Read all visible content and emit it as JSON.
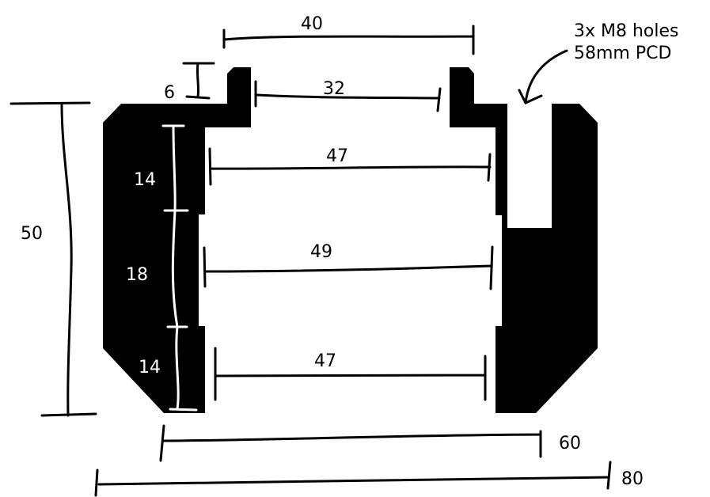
{
  "colors": {
    "part": "#000000",
    "background": "#ffffff",
    "inner_marks": "#ffffff"
  },
  "note": {
    "line1": "3x M8 holes",
    "line2": "58mm PCD"
  },
  "dimensions": {
    "top_width": "40",
    "flange_height": "6",
    "top_bore": "32",
    "upper_bore": "47",
    "middle_bore": "49",
    "lower_bore": "47",
    "total_height": "50",
    "upper_section": "14",
    "middle_section": "18",
    "lower_section": "14",
    "bottom_width": "60",
    "overall_width": "80"
  }
}
